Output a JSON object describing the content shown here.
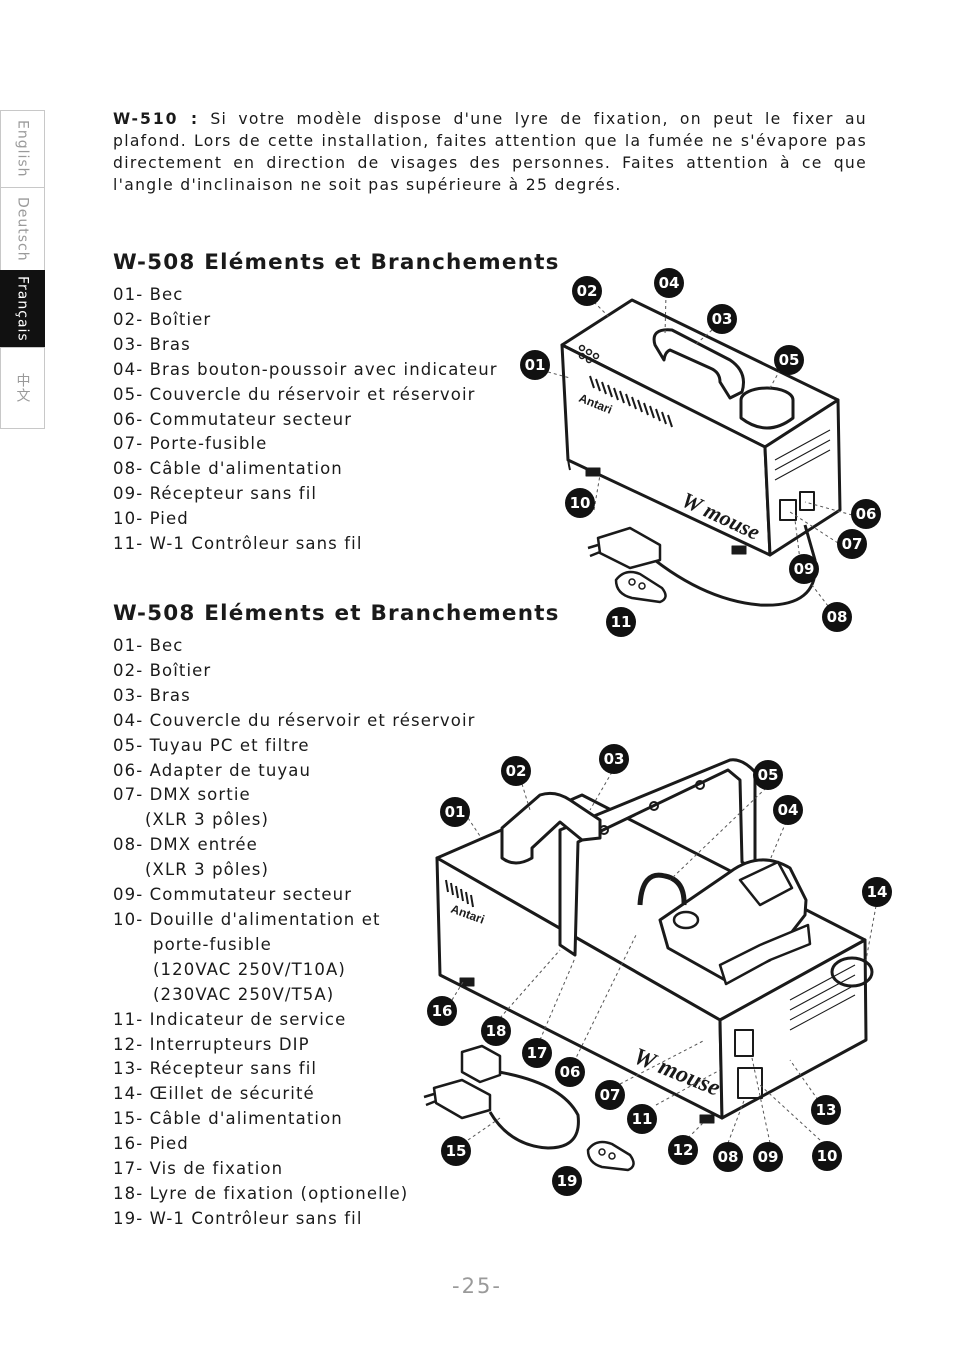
{
  "sidebar": {
    "tabs": [
      {
        "label": "English",
        "active": false
      },
      {
        "label": "Deutsch",
        "active": false
      },
      {
        "label": "Français",
        "active": true
      },
      {
        "label": "中文",
        "active": false
      }
    ]
  },
  "intro": {
    "model": "W-510 :",
    "text": "Si votre modèle dispose d'une lyre de fixation, on peut le fixer au plafond. Lors de cette installation, faites attention que la fumée ne s'évapore pas directement en direction de visages des personnes. Faites attention à ce que l'angle d'inclinaison ne soit pas supérieure à 25 degrés."
  },
  "section1": {
    "title": "W-508 Eléments et Branchements",
    "items": [
      "01- Bec",
      "02- Boîtier",
      "03- Bras",
      "04- Bras bouton-poussoir avec indicateur",
      "05- Couvercle du réservoir et réservoir",
      "06- Commutateur secteur",
      "07- Porte-fusible",
      "08- Câble d'alimentation",
      "09- Récepteur sans fil",
      "10- Pied",
      "11- W-1 Contrôleur sans fil"
    ],
    "callouts": [
      "01",
      "02",
      "03",
      "04",
      "05",
      "06",
      "07",
      "08",
      "09",
      "10",
      "11"
    ],
    "brand": "Antari",
    "logo": "W mouse"
  },
  "section2": {
    "title": "W-508 Eléments et Branchements",
    "items": [
      "01- Bec",
      "02- Boîtier",
      "03- Bras",
      "04- Couvercle du réservoir et réservoir",
      "05- Tuyau PC et filtre",
      "06- Adapter de tuyau",
      "07- DMX sortie",
      "(XLR 3 pôles)",
      "08- DMX entrée",
      "(XLR 3 pôles)",
      "09- Commutateur secteur",
      "10- Douille d'alimentation et",
      "porte-fusible",
      "(120VAC 250V/T10A)",
      "(230VAC 250V/T5A)",
      "11- Indicateur de service",
      "12- Interrupteurs DIP",
      "13- Récepteur sans fil",
      "14- Œillet de sécurité",
      "15- Câble d'alimentation",
      "16- Pied",
      "17- Vis de fixation",
      "18- Lyre de fixation (optionelle)",
      "19- W-1 Contrôleur sans fil"
    ],
    "callouts": [
      "01",
      "02",
      "03",
      "04",
      "05",
      "06",
      "07",
      "08",
      "09",
      "10",
      "11",
      "12",
      "13",
      "14",
      "15",
      "16",
      "17",
      "18",
      "19"
    ],
    "brand": "Antari",
    "logo": "W mouse"
  },
  "footer": {
    "page_number": "-25-"
  }
}
